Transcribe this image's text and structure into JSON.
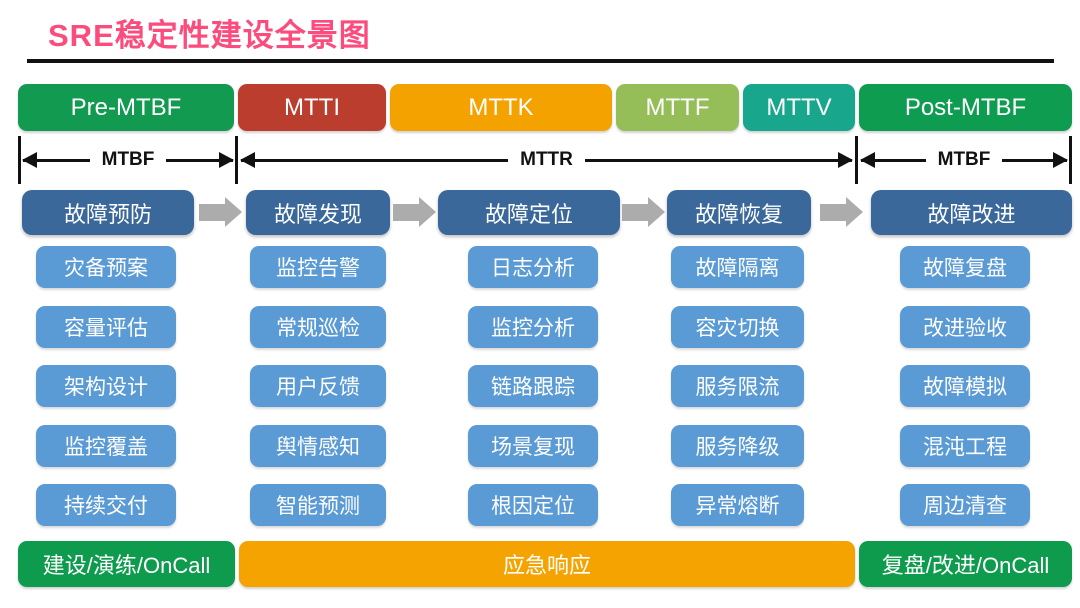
{
  "title": "SRE稳定性建设全景图",
  "colors": {
    "title": "#FB4C7D",
    "stage_header": "#3A689B",
    "stage_item": "#5B9BD5",
    "block_arrow": "#ACACAC",
    "timeline_line": "#111111"
  },
  "timeline": {
    "bars": [
      {
        "label": "Pre-MTBF",
        "color": "#129B50"
      },
      {
        "label": "MTTI",
        "color": "#BA3D2D"
      },
      {
        "label": "MTTK",
        "color": "#F3A200"
      },
      {
        "label": "MTTF",
        "color": "#95BE58"
      },
      {
        "label": "MTTV",
        "color": "#18A78C"
      },
      {
        "label": "Post-MTBF",
        "color": "#0E9C51"
      }
    ],
    "spans": [
      {
        "label": "MTBF"
      },
      {
        "label": "MTTR"
      },
      {
        "label": "MTBF"
      }
    ]
  },
  "columns": [
    {
      "header": "故障预防",
      "items": [
        "灾备预案",
        "容量评估",
        "架构设计",
        "监控覆盖",
        "持续交付"
      ]
    },
    {
      "header": "故障发现",
      "items": [
        "监控告警",
        "常规巡检",
        "用户反馈",
        "舆情感知",
        "智能预测"
      ]
    },
    {
      "header": "故障定位",
      "items": [
        "日志分析",
        "监控分析",
        "链路跟踪",
        "场景复现",
        "根因定位"
      ]
    },
    {
      "header": "故障恢复",
      "items": [
        "故障隔离",
        "容灾切换",
        "服务限流",
        "服务降级",
        "异常熔断"
      ]
    },
    {
      "header": "故障改进",
      "items": [
        "故障复盘",
        "改进验收",
        "故障模拟",
        "混沌工程",
        "周边清查"
      ]
    }
  ],
  "footer": {
    "segments": [
      {
        "label": "建设/演练/OnCall",
        "color": "#0E9B4E"
      },
      {
        "label": "应急响应",
        "color": "#F4A300"
      },
      {
        "label": "复盘/改进/OnCall",
        "color": "#0E9B4E"
      }
    ]
  }
}
